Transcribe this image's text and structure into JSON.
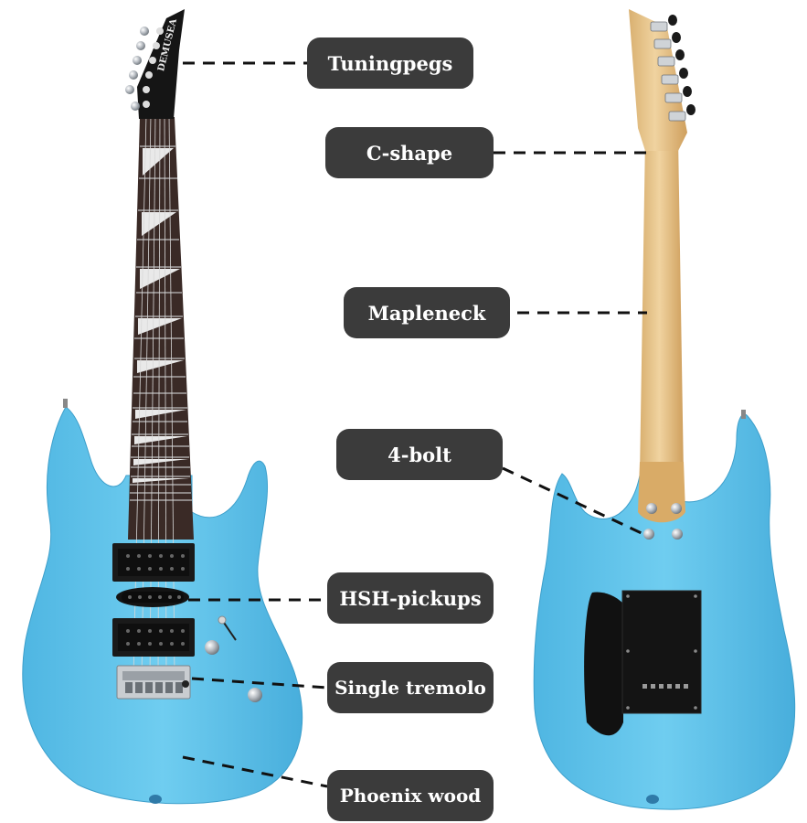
{
  "brand": "DEMUSEA",
  "labels": {
    "tuning_pegs": "Tuningpegs",
    "c_shape": "C-shape",
    "maple_neck": "Mapleneck",
    "four_bolt": "4-bolt",
    "hsh_pickups": "HSH-pickups",
    "single_tremolo": "Single tremolo",
    "phoenix_wood": "Phoenix wood"
  },
  "colors": {
    "body": "#5fc3ea",
    "label_bg": "#3b3b3b",
    "label_text": "#ffffff",
    "fretboard": "#3a2a26",
    "maple": "#e6c48a",
    "headstock": "#151515"
  }
}
